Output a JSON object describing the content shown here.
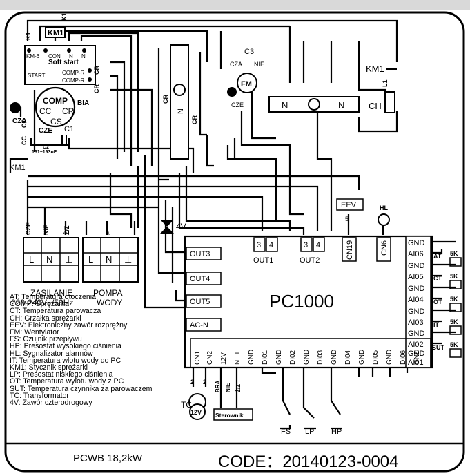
{
  "footer": {
    "model": "PCWB 18,2kW",
    "code": "CODE：20140123-0004"
  },
  "controller": {
    "name": "PC1000",
    "left_terminals": [
      "OUT3",
      "OUT4",
      "OUT5",
      "AC-N"
    ],
    "top_terminals": {
      "out1": [
        "3",
        "4"
      ],
      "out1_label": "OUT1",
      "out2": [
        "3",
        "4"
      ],
      "out2_label": "OUT2",
      "cn19": "CN19",
      "cn6": "CN6"
    },
    "right_terminals": [
      "GND",
      "AI06",
      "GND",
      "AI05",
      "GND",
      "AI04",
      "GND",
      "AI03",
      "GND",
      "AI02",
      "GND",
      "AI01"
    ],
    "bottom_terminals": [
      "CN1",
      "CN2",
      "12V",
      "NET",
      "GND",
      "DI01",
      "GND",
      "DI02",
      "GND",
      "DI03",
      "GND",
      "DI04",
      "GND",
      "DI05",
      "GND",
      "DI06",
      "GND"
    ]
  },
  "sensors": [
    "AT",
    "CT",
    "OT",
    "IT",
    "SUT"
  ],
  "sensor_value": "5K",
  "components": {
    "soft_start": {
      "title": "Soft start",
      "top": [
        "KM-6",
        "CON",
        "N",
        "N"
      ],
      "bottom": [
        "START",
        "COMP-R",
        "COMP-R"
      ]
    },
    "comp": {
      "title": "COMP",
      "cc": "CC",
      "cr": "CR",
      "cs": "CS",
      "bia": "BIA"
    },
    "labels": {
      "k1": "K1",
      "km1": "KM1",
      "cza": "CZA",
      "cze": "CZE",
      "c1": "C1",
      "c2": "C2",
      "c2_value": "161~193uF",
      "c3": "C3",
      "nie": "NIE",
      "fm": "FM",
      "ch": "CH",
      "l1": "L1",
      "eev": "EEV",
      "hl": "HL",
      "v4": "4V",
      "tc": "TC",
      "v12": "12V",
      "sterownik": "Sterownik",
      "bra": "BRA",
      "zz": "Ż/Z",
      "cr": "CR",
      "n": "N",
      "l": "L",
      "cc": "CC",
      "fs": "FS",
      "lp": "LP",
      "hp": "HP",
      "five": "5",
      "two": "2"
    },
    "supply": {
      "lnl": [
        "L",
        "N",
        "⊥"
      ],
      "title": "ZASILANIE",
      "spec": "220-240V~/50Hz"
    },
    "pump": {
      "lnl": [
        "L",
        "N",
        "⊥"
      ],
      "title": "POMPA",
      "subtitle": "WODY"
    },
    "wire_tags": {
      "cze": "CZE",
      "nie": "NIE",
      "zz": "Ż/Z",
      "p": "P"
    },
    "switches": {
      "fs": "FS",
      "lp": "LP",
      "hp": "HP"
    }
  },
  "legend": [
    "AT:  Temperatura otoczenia",
    "COMP:  Sprężarka",
    "CT:  Temperatura parowacza",
    "CH:  Grzałka sprężarki",
    "EEV:  Elektroniczny zawór rozprężny",
    "FM:   Wentylator",
    "FS:  Czujnik przepływu",
    "HP:  Presostat wysokiego ciśnienia",
    "HL:  Sygnalizator alarmów",
    "IT:  Temperatura wlotu wody  do PC",
    "KM1:   Stycznik sprężarki",
    "LP:  Presostat niskiego ciśnienia",
    "OT:  Temperatura wylotu wody z PC",
    "SUT:   Temperatura czynnika za parowaczem",
    "TC:  Transformator",
    "4V:    Zawór czterodrogowy"
  ]
}
